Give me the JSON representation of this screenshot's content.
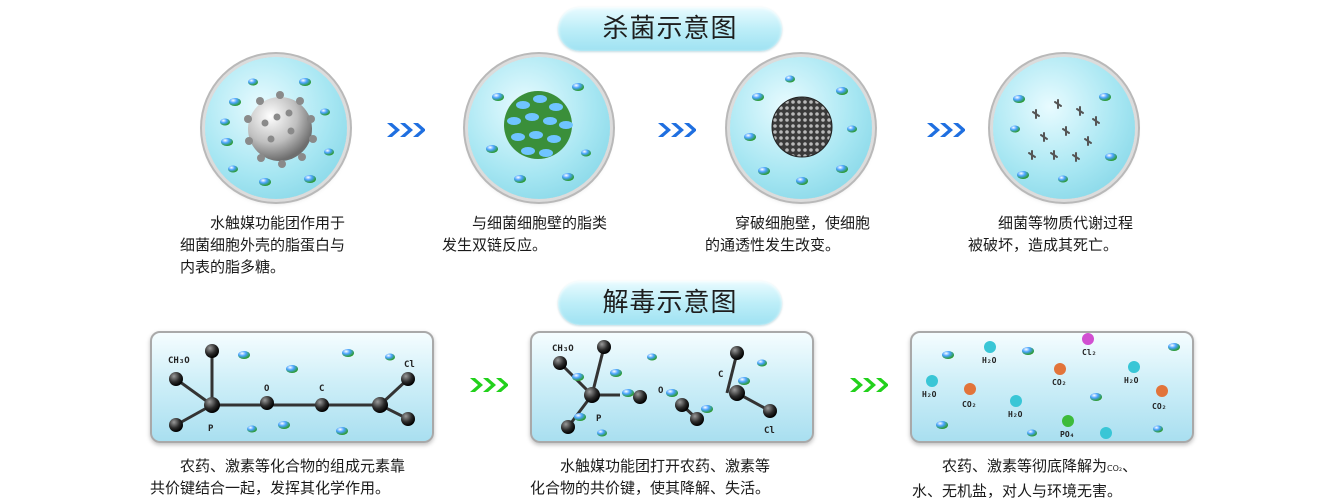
{
  "titles": {
    "sterilize": "杀菌示意图",
    "detox": "解毒示意图"
  },
  "sterilize_steps": [
    {
      "line1": "　　水触媒功能团作用于",
      "line2": "细菌细胞外壳的脂蛋白与",
      "line3": "内表的脂多糖。"
    },
    {
      "line1": "　　与细菌细胞壁的脂类",
      "line2": "发生双链反应。"
    },
    {
      "line1": "　　穿破细胞壁，使细胞",
      "line2": "的通透性发生改变。"
    },
    {
      "line1": "　　细菌等物质代谢过程",
      "line2": "被破坏，造成其死亡。"
    }
  ],
  "detox_steps": [
    {
      "line1": "　　农药、激素等化合物的组成元素靠",
      "line2": "共价键结合一起，发挥其化学作用。"
    },
    {
      "line1": "　　水触媒功能团打开农药、激素等",
      "line2": "化合物的共价键，使其降解、失活。"
    },
    {
      "line1": "　　农药、激素等彻底降解为",
      "sub": "CO₂",
      "line1_end": "、",
      "line2": "水、无机盐，对人与环境无害。"
    }
  ],
  "molecule_labels": {
    "ch3o": "CH₃O",
    "p": "P",
    "o": "O",
    "c": "C",
    "cl": "Cl"
  },
  "product_labels": {
    "h2o": "H₂O",
    "co2": "CO₂",
    "cl2": "Cl₂",
    "po4": "PO₄"
  },
  "colors": {
    "arrow_blue": "#1f6fe0",
    "arrow_green": "#22d11c",
    "bead_blue": "#4aa3ff",
    "bead_green": "#3dbb3a"
  }
}
